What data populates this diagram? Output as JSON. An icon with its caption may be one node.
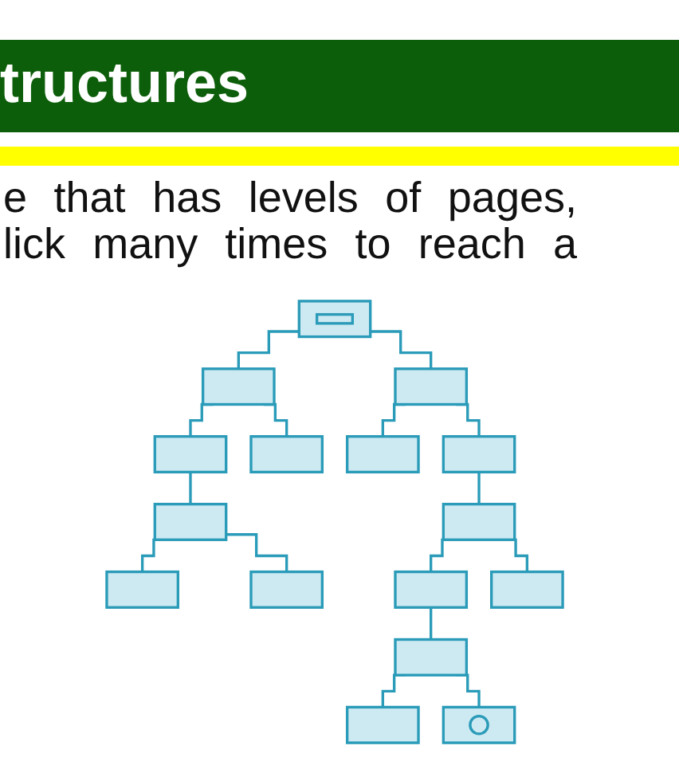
{
  "diagram": {
    "title": "tructures",
    "nodes": [
      {
        "text": [],
        "shape": "box"
      },
      {
        "text": [],
        "shape": "box"
      },
      {
        "text": [],
        "shape": "box"
      },
      {
        "text": [],
        "shape": "box"
      },
      {
        "text": [],
        "shape": "box"
      },
      {
        "text": [],
        "shape": "box"
      },
      {
        "text": [],
        "shape": "box"
      },
      {
        "text": [],
        "shape": "box"
      },
      {
        "text": [],
        "shape": "box"
      },
      {
        "text": [],
        "shape": "box"
      },
      {
        "text": [],
        "shape": "box"
      },
      {
        "text": [],
        "shape": "box"
      },
      {
        "text": [],
        "shape": "box"
      },
      {
        "text": [],
        "shape": "box"
      },
      {
        "text": [],
        "shape": "box"
      },
      {
        "text": [],
        "shape": "box"
      }
    ],
    "edges": [
      {
        "from": 0,
        "to": 1,
        "arrow": "none"
      },
      {
        "from": 0,
        "to": 2,
        "arrow": "none"
      },
      {
        "from": 1,
        "to": 3,
        "arrow": "none"
      },
      {
        "from": 1,
        "to": 4,
        "arrow": "none"
      },
      {
        "from": 2,
        "to": 5,
        "arrow": "none"
      },
      {
        "from": 2,
        "to": 6,
        "arrow": "none"
      },
      {
        "from": 3,
        "to": 7,
        "arrow": "none"
      },
      {
        "from": 6,
        "to": 8,
        "arrow": "none"
      },
      {
        "from": 7,
        "to": 9,
        "arrow": "none"
      },
      {
        "from": 7,
        "to": 10,
        "arrow": "none"
      },
      {
        "from": 8,
        "to": 11,
        "arrow": "none"
      },
      {
        "from": 8,
        "to": 12,
        "arrow": "none"
      },
      {
        "from": 11,
        "to": 13,
        "arrow": "none"
      },
      {
        "from": 13,
        "to": 14,
        "arrow": "none"
      },
      {
        "from": 13,
        "to": 15,
        "arrow": "none"
      }
    ],
    "labels": [
      "e that has levels of pages, lick many times to reach a"
    ]
  }
}
